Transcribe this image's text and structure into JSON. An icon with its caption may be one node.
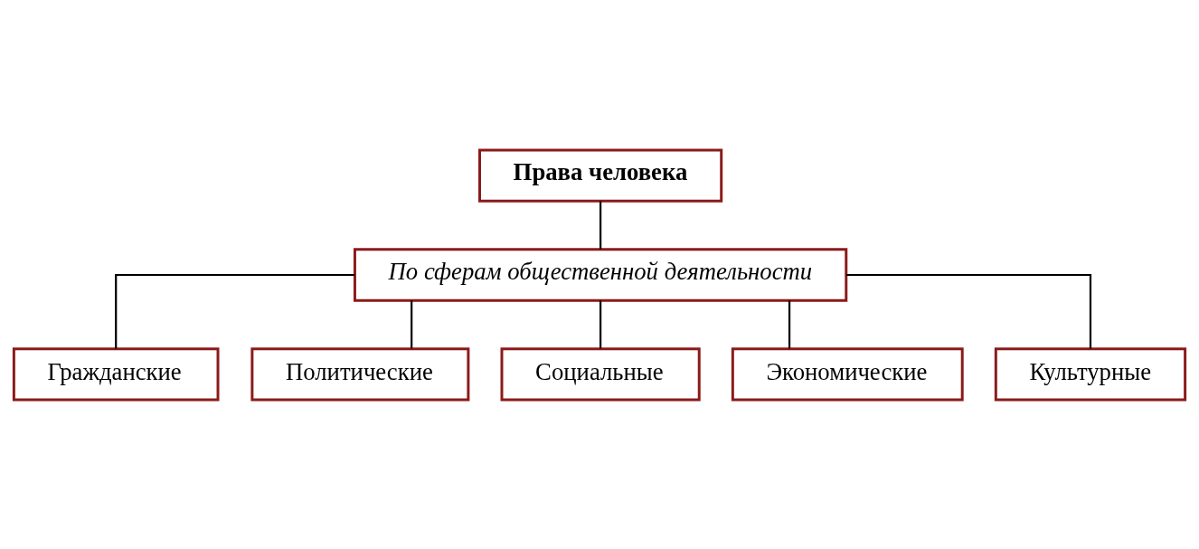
{
  "diagram": {
    "nodes": [
      {
        "text": [
          "Права человека"
        ]
      },
      {
        "text": [
          "По сферам общественной деятельности"
        ]
      },
      {
        "text": [
          "Гражданские"
        ]
      },
      {
        "text": [
          "Политические"
        ]
      },
      {
        "text": [
          "Социальные"
        ]
      },
      {
        "text": [
          "Экономические"
        ]
      },
      {
        "text": [
          "Культурные"
        ]
      }
    ],
    "edges": [
      {
        "from": 0,
        "to": 1,
        "arrow": "none"
      },
      {
        "from": 1,
        "to": 2,
        "arrow": "none"
      },
      {
        "from": 1,
        "to": 3,
        "arrow": "none"
      },
      {
        "from": 1,
        "to": 4,
        "arrow": "none"
      },
      {
        "from": 1,
        "to": 5,
        "arrow": "none"
      },
      {
        "from": 1,
        "to": 6,
        "arrow": "none"
      }
    ]
  }
}
